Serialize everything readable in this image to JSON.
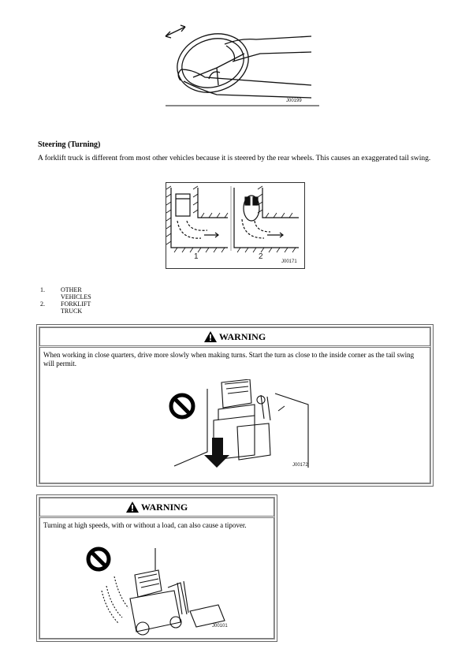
{
  "figures": {
    "steering_wheel": {
      "code": "J00199"
    },
    "turning": {
      "code": "J00171",
      "panel_1": "1",
      "panel_2": "2"
    },
    "warning1_fig": {
      "code": "J00172"
    },
    "warning2_fig": {
      "code": "J00101"
    }
  },
  "section": {
    "heading": "Steering (Turning)",
    "paragraph": "A forklift truck is different from most other vehicles because it is steered by the rear wheels. This causes an exaggerated tail swing."
  },
  "legend": [
    {
      "num": "1.",
      "text": "OTHER VEHICLES"
    },
    {
      "num": "2.",
      "text": "FORKLIFT TRUCK"
    }
  ],
  "warnings": [
    {
      "title": "WARNING",
      "text": "When working in close quarters, drive more slowly when making turns. Start the turn as close to the inside corner as the tail swing will permit."
    },
    {
      "title": "WARNING",
      "text": "Turning at high speeds, with or without a load, can also cause a tipover."
    }
  ],
  "icons": [
    "warning-triangle-icon",
    "prohibition-icon"
  ]
}
